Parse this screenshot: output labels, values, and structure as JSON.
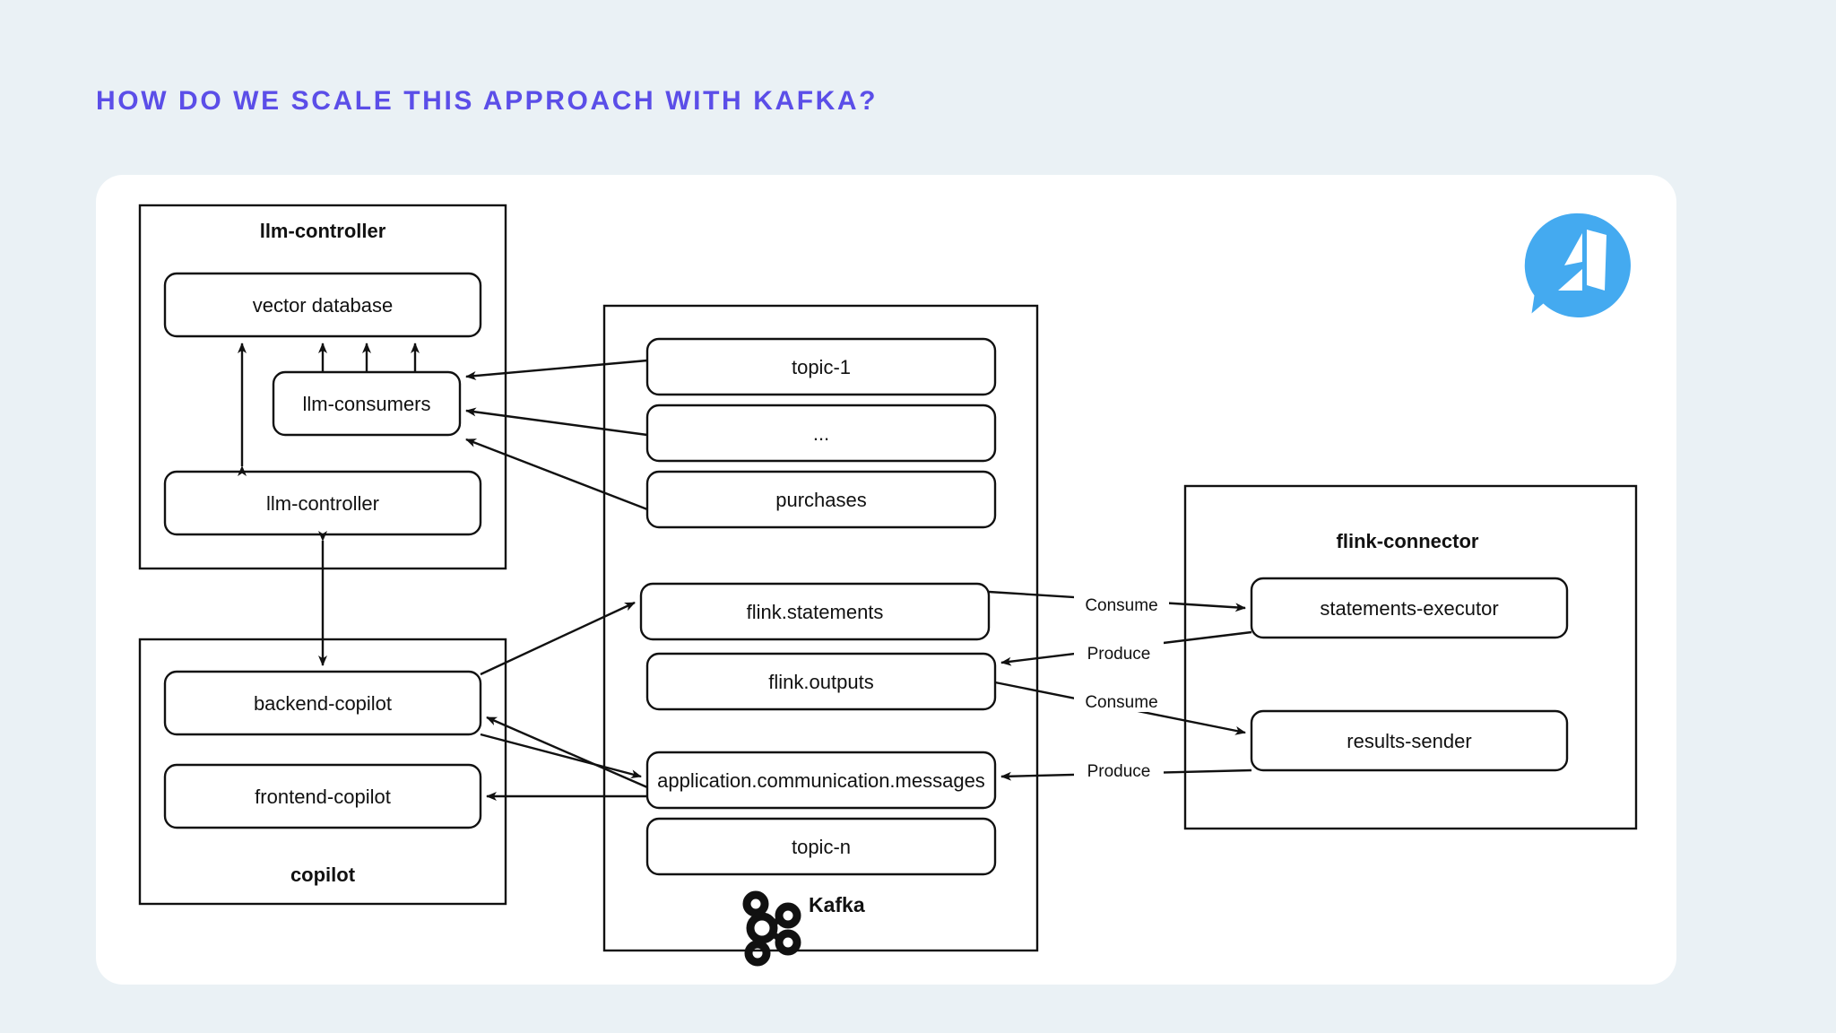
{
  "page": {
    "title": "HOW DO WE SCALE THIS APPROACH WITH KAFKA?",
    "background_color": "#eaf1f5",
    "card_color": "#ffffff",
    "title_color": "#5b4ee8"
  },
  "logo": {
    "name": "speech-bubble-a-logo",
    "color": "#44aaf0"
  },
  "diagram": {
    "type": "architecture-diagram",
    "groups": [
      {
        "id": "llm-controller-group",
        "title": "llm-controller",
        "title_position": "top",
        "nodes": [
          {
            "id": "vector-database",
            "label": "vector database"
          },
          {
            "id": "llm-consumers",
            "label": "llm-consumers"
          },
          {
            "id": "llm-controller-service",
            "label": "llm-controller"
          }
        ]
      },
      {
        "id": "copilot-group",
        "title": "copilot",
        "title_position": "bottom",
        "nodes": [
          {
            "id": "backend-copilot",
            "label": "backend-copilot"
          },
          {
            "id": "frontend-copilot",
            "label": "frontend-copilot"
          }
        ]
      },
      {
        "id": "kafka-group",
        "title": "Kafka",
        "title_position": "bottom-icon",
        "nodes": [
          {
            "id": "topic-1",
            "label": "topic-1"
          },
          {
            "id": "topic-ellipsis",
            "label": "..."
          },
          {
            "id": "purchases",
            "label": "purchases"
          },
          {
            "id": "flink-statements",
            "label": "flink.statements"
          },
          {
            "id": "flink-outputs",
            "label": "flink.outputs"
          },
          {
            "id": "application-communication-messages",
            "label": "application.communication.messages"
          },
          {
            "id": "topic-n",
            "label": "topic-n"
          }
        ]
      },
      {
        "id": "flink-connector-group",
        "title": "flink-connector",
        "title_position": "top",
        "nodes": [
          {
            "id": "statements-executor",
            "label": "statements-executor"
          },
          {
            "id": "results-sender",
            "label": "results-sender"
          }
        ]
      }
    ],
    "edges": [
      {
        "from": "llm-consumers",
        "to": "vector-database",
        "label": "",
        "arrow": "end"
      },
      {
        "from": "llm-consumers",
        "to": "vector-database",
        "label": "",
        "arrow": "end"
      },
      {
        "from": "llm-consumers",
        "to": "vector-database",
        "label": "",
        "arrow": "end"
      },
      {
        "from": "vector-database",
        "to": "llm-controller-service",
        "label": "",
        "arrow": "both"
      },
      {
        "from": "topic-1",
        "to": "llm-consumers",
        "label": "",
        "arrow": "end"
      },
      {
        "from": "topic-ellipsis",
        "to": "llm-consumers",
        "label": "",
        "arrow": "end"
      },
      {
        "from": "purchases",
        "to": "llm-consumers",
        "label": "",
        "arrow": "end"
      },
      {
        "from": "llm-controller-service",
        "to": "backend-copilot",
        "label": "",
        "arrow": "both"
      },
      {
        "from": "backend-copilot",
        "to": "flink-statements",
        "label": "",
        "arrow": "end"
      },
      {
        "from": "backend-copilot",
        "to": "application-communication-messages",
        "label": "",
        "arrow": "end"
      },
      {
        "from": "application-communication-messages",
        "to": "backend-copilot",
        "label": "",
        "arrow": "end"
      },
      {
        "from": "application-communication-messages",
        "to": "frontend-copilot",
        "label": "",
        "arrow": "end"
      },
      {
        "from": "flink-statements",
        "to": "statements-executor",
        "label": "Consume",
        "arrow": "end"
      },
      {
        "from": "statements-executor",
        "to": "flink-outputs",
        "label": "Produce",
        "arrow": "end"
      },
      {
        "from": "flink-outputs",
        "to": "results-sender",
        "label": "Consume",
        "arrow": "end"
      },
      {
        "from": "results-sender",
        "to": "application-communication-messages",
        "label": "Produce",
        "arrow": "end"
      }
    ],
    "edge_labels": {
      "consume_1": "Consume",
      "produce_1": "Produce",
      "consume_2": "Consume",
      "produce_2": "Produce"
    }
  }
}
